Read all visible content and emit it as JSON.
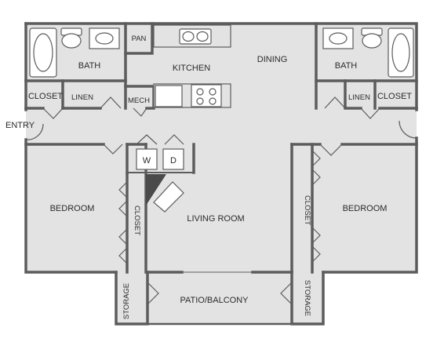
{
  "floor_plan": {
    "rooms": {
      "bath_left": "BATH",
      "bath_right": "BATH",
      "pan": "PAN",
      "kitchen": "KITCHEN",
      "dining": "DINING",
      "closet_left": "CLOSET",
      "closet_right": "CLOSET",
      "linen_left": "LINEN",
      "linen_right": "LINEN",
      "mech": "MECH",
      "entry": "ENTRY",
      "washer": "W",
      "dryer": "D",
      "bedroom_left": "BEDROOM",
      "bedroom_right": "BEDROOM",
      "closet_center_left": "CLOSET",
      "closet_center_right": "CLOSET",
      "living_room": "LIVING ROOM",
      "storage_left": "STORAGE",
      "storage_right": "STORAGE",
      "patio": "PATIO/BALCONY"
    },
    "colors": {
      "floor": "#e3e3e3",
      "wall": "#5c5c5c",
      "fixture": "#ffffff",
      "text": "#2b2b2b"
    }
  }
}
